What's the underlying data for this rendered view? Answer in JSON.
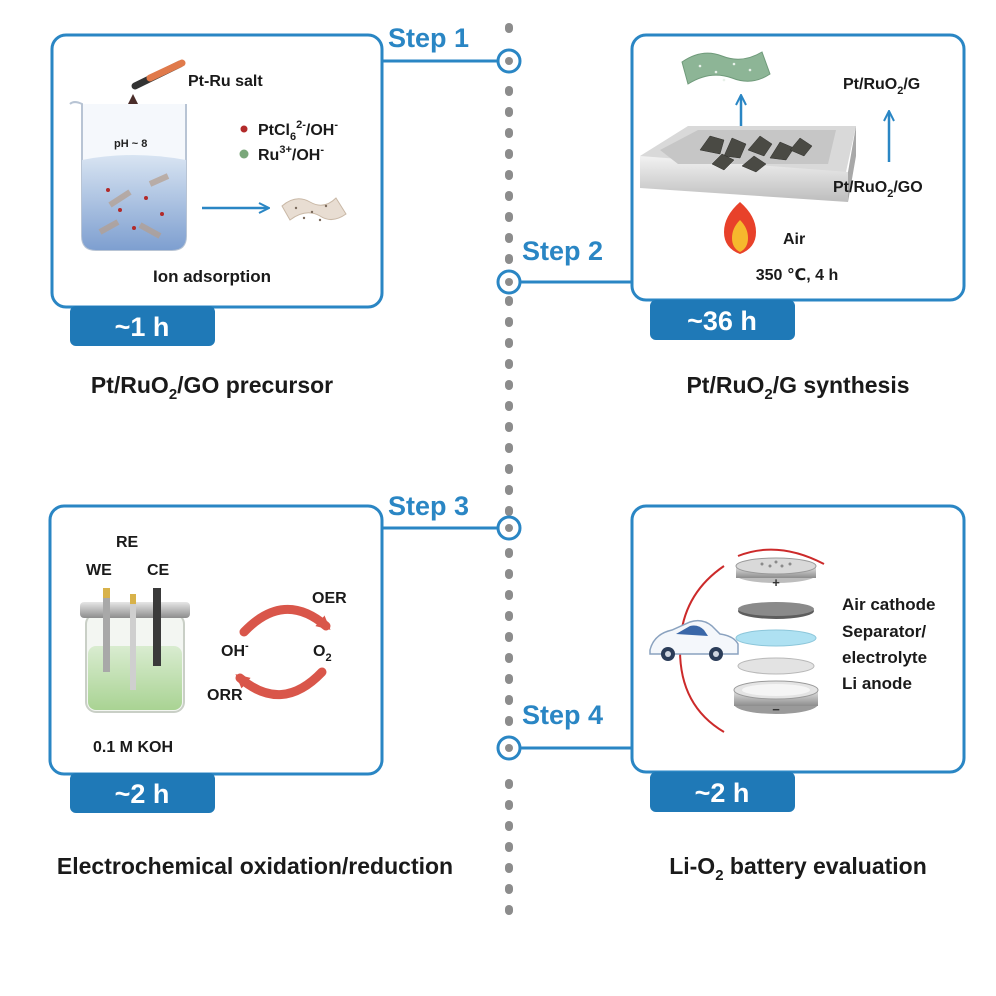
{
  "colors": {
    "accent": "#2a86c4",
    "badge": "#1f79b7",
    "dots": "#8c8c8c",
    "text": "#1a1a1a",
    "arrow": "#2a86c4",
    "orr_oer_arrow": "#d9564a",
    "solution_blue": "#8fb1dd",
    "solution_green": "#bcdda8",
    "graphene_green": "#8db596",
    "dot_red": "#b22a2a",
    "dot_green": "#7aa77a"
  },
  "steps": [
    {
      "label": "Step 1",
      "duration": "~1 h",
      "caption_pre": "Pt/RuO",
      "caption_sub": "2",
      "caption_post": "/GO precursor",
      "panel": {
        "salt_label": "Pt-Ru salt",
        "ph_label": "pH ~ 8",
        "legend_1_pre": "PtCl",
        "legend_1_sub": "6",
        "legend_1_sup": "2-",
        "legend_1_post": "/OH",
        "legend_1_post_sup": "-",
        "legend_2_pre": "Ru",
        "legend_2_sup": "3+",
        "legend_2_post": "/OH",
        "legend_2_post_sup": "-",
        "process_label": "Ion adsorption"
      }
    },
    {
      "label": "Step 2",
      "duration": "~36 h",
      "caption_pre": "Pt/RuO",
      "caption_sub": "2",
      "caption_post": "/G synthesis",
      "panel": {
        "product_pre": "Pt/RuO",
        "product_sub": "2",
        "product_post": "/G",
        "precursor_pre": "Pt/RuO",
        "precursor_sub": "2",
        "precursor_post": "/GO",
        "atmosphere": "Air",
        "conditions": "350 ℃, 4 h"
      }
    },
    {
      "label": "Step 3",
      "duration": "~2 h",
      "caption": "Electrochemical oxidation/reduction",
      "panel": {
        "re": "RE",
        "we": "WE",
        "ce": "CE",
        "electrolyte": "0.1 M KOH",
        "oer": "OER",
        "orr": "ORR",
        "oh_pre": "OH",
        "oh_sup": "-",
        "o2_pre": "O",
        "o2_sub": "2"
      }
    },
    {
      "label": "Step 4",
      "duration": "~2 h",
      "caption_pre": "Li-O",
      "caption_sub": "2",
      "caption_post": " battery evaluation",
      "panel": {
        "layers": [
          "Air cathode",
          "Separator/",
          "electrolyte",
          "Li anode"
        ],
        "plus": "+",
        "minus": "−"
      }
    }
  ],
  "icons": [
    "dropper-icon",
    "beaker-icon",
    "graphene-sheet-icon",
    "crucible-icon",
    "flame-icon",
    "electrochemical-cell-icon",
    "car-icon",
    "coin-cell-icon"
  ]
}
